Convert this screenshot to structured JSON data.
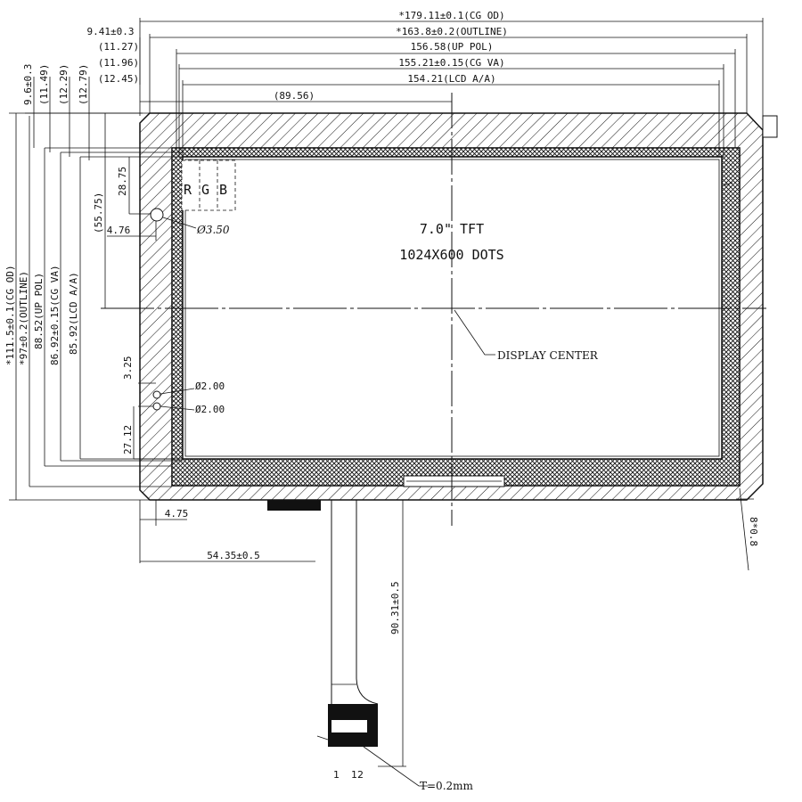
{
  "top_dims": {
    "cg_od": "*179.11±0.1(CG OD)",
    "outline_left": "9.41±0.3",
    "outline": "*163.8±0.2(OUTLINE)",
    "up_pol_left": "(11.27)",
    "up_pol": "156.58(UP POL)",
    "cg_va_left": "(11.96)",
    "cg_va": "155.21±0.15(CG VA)",
    "lcd_aa_left": "(12.45)",
    "lcd_aa": "154.21(LCD A/A)",
    "half": "(89.56)"
  },
  "left_dims": {
    "d1": "9.6±0.3",
    "d2": "(11.49)",
    "d3": "(12.29)",
    "d4": "(12.79)",
    "cg_od": "*111.5±0.1(CG OD)",
    "outline": "*97±0.2(OUTLINE)",
    "up_pol": "88.52(UP POL)",
    "cg_va": "86.92±0.15(CG VA)",
    "lcd_aa": "85.92(LCD A/A)",
    "center": "(55.75)",
    "rgb_offset": "28.75",
    "hole_offset": "4.76",
    "small_hole_gap": "3.25",
    "small_hole_y": "27.12",
    "small_hole_x": "4.75"
  },
  "bottom_dims": {
    "fpc_x": "54.35±0.5",
    "fpc_len": "90.31±0.5",
    "pin_first": "1",
    "pin_last": "12",
    "thickness": "T=0.2mm",
    "corner": "8*0.8"
  },
  "display": {
    "size": "7.0\" TFT",
    "resolution": "1024X600 DOTS",
    "center_label": "DISPLAY CENTER",
    "rgb_r": "R",
    "rgb_g": "G",
    "rgb_b": "B"
  },
  "holes": {
    "large": "Ø3.50",
    "small_a": "Ø2.00",
    "small_b": "Ø2.00"
  }
}
